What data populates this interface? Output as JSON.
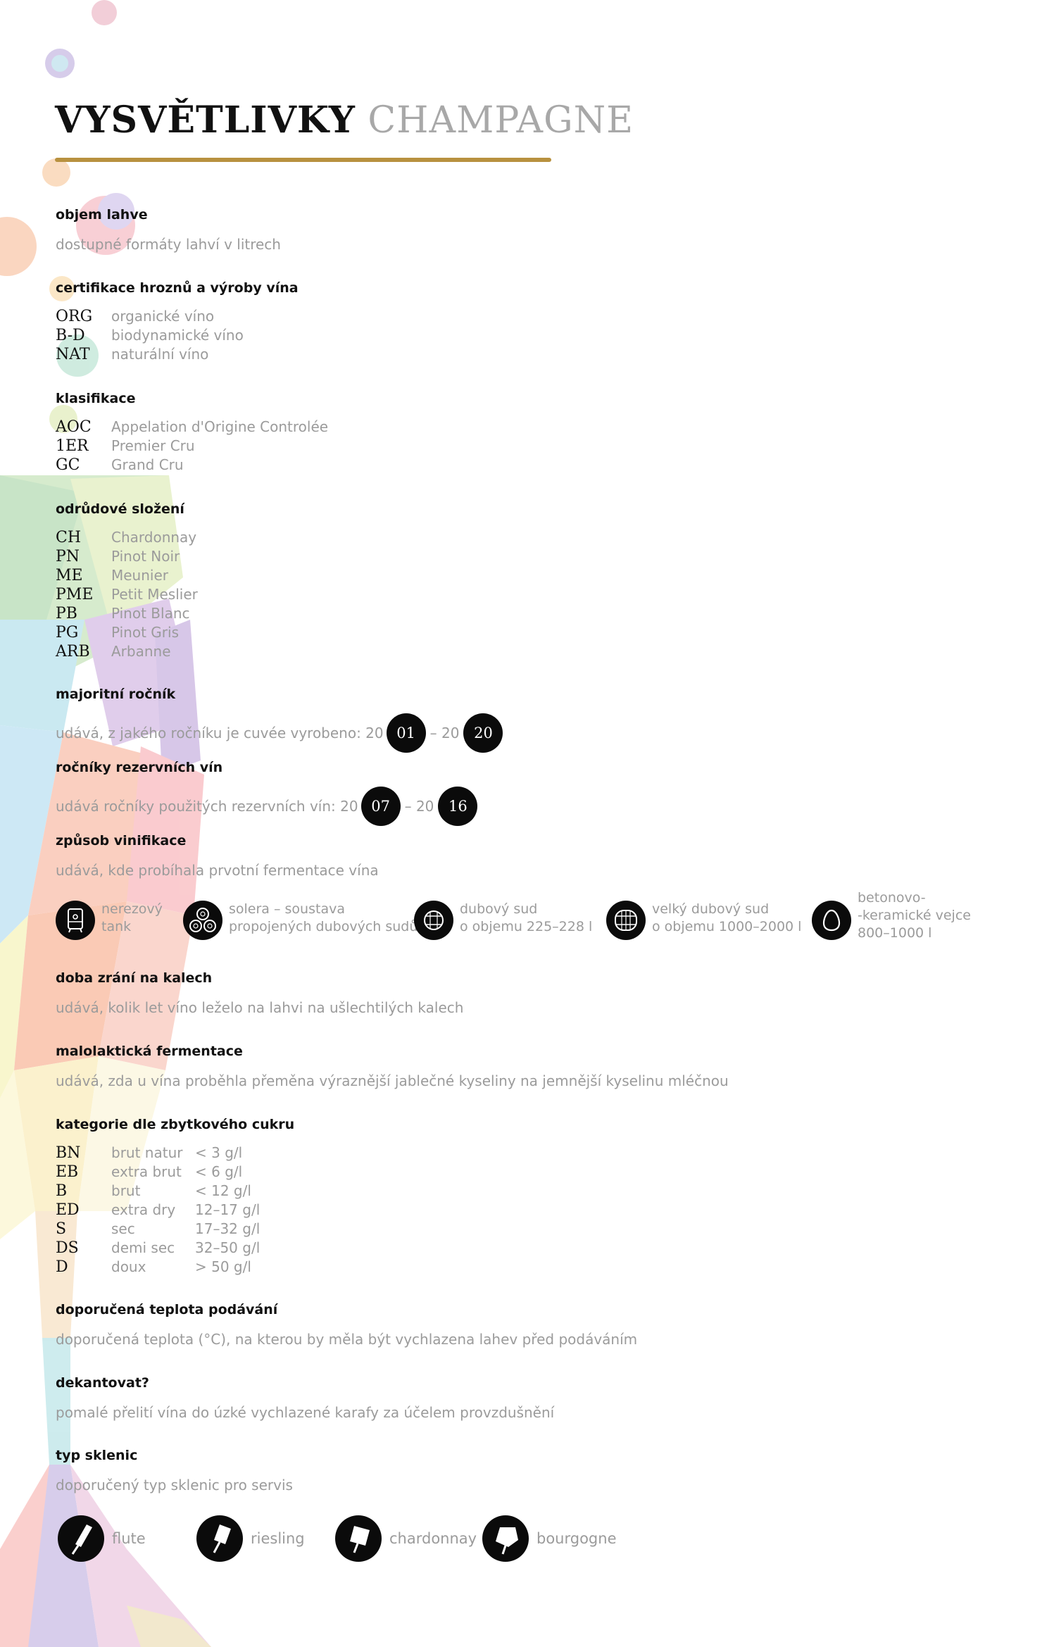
{
  "title": {
    "bold": "VYSVĚTLIVKY",
    "light": "CHAMPAGNE"
  },
  "colors": {
    "accent_rule": "#b8913f",
    "heading": "#111111",
    "text": "#9b9b9b",
    "icon_bg": "#0b0b0b"
  },
  "sections": {
    "volume": {
      "heading": "objem lahve",
      "desc": "dostupné formáty lahví v litrech"
    },
    "certification": {
      "heading": "certifikace hroznů a výroby vína",
      "items": [
        {
          "code": "ORG",
          "label": "organické víno"
        },
        {
          "code": "B-D",
          "label": "biodynamické víno"
        },
        {
          "code": "NAT",
          "label": "naturální víno"
        }
      ]
    },
    "classification": {
      "heading": "klasifikace",
      "items": [
        {
          "code": "AOC",
          "label": "Appelation d'Origine Controlée"
        },
        {
          "code": "1ER",
          "label": "Premier Cru"
        },
        {
          "code": "GC",
          "label": "Grand Cru"
        }
      ]
    },
    "varieties": {
      "heading": "odrůdové složení",
      "items": [
        {
          "code": "CH",
          "label": "Chardonnay"
        },
        {
          "code": "PN",
          "label": "Pinot Noir"
        },
        {
          "code": "ME",
          "label": "Meunier"
        },
        {
          "code": "PME",
          "label": "Petit Meslier"
        },
        {
          "code": "PB",
          "label": "Pinot Blanc"
        },
        {
          "code": "PG",
          "label": "Pinot Gris"
        },
        {
          "code": "ARB",
          "label": "Arbanne"
        }
      ]
    },
    "vintage": {
      "heading": "majoritní ročník",
      "desc": "udává, z jakého ročníku je cuvée vyrobeno: 20",
      "from": "01",
      "sep": "– 20",
      "to": "20"
    },
    "reserve": {
      "heading": "ročníky rezervních vín",
      "desc": "udává ročníky použitých rezervních vín: 20",
      "from": "07",
      "sep": "– 20",
      "to": "16"
    },
    "vinification": {
      "heading": "způsob vinifikace",
      "desc": "udává, kde probíhala prvotní fermentace vína",
      "items": [
        {
          "icon": "steel-tank-icon",
          "label": "nerezový\ntank"
        },
        {
          "icon": "solera-barrels-icon",
          "label": "solera – soustava\npropojených dubových sudů"
        },
        {
          "icon": "oak-barrel-icon",
          "label": "dubový sud\no objemu 225–228 l"
        },
        {
          "icon": "large-oak-barrel-icon",
          "label": "velký dubový sud\no objemu 1000–2000 l"
        },
        {
          "icon": "concrete-egg-icon",
          "label": "betonovo-\n-keramické vejce\n800–1000 l"
        }
      ]
    },
    "lees": {
      "heading": "doba zrání na kalech",
      "desc": "udává, kolik let víno leželo na lahvi na ušlechtilých kalech"
    },
    "malolactic": {
      "heading": "malolaktická fermentace",
      "desc": "udává, zda u vína proběhla přeměna výraznější jablečné kyseliny na jemnější kyselinu mléčnou"
    },
    "sugar": {
      "heading": "kategorie dle zbytkového cukru",
      "items": [
        {
          "code": "BN",
          "label": "brut natur",
          "value": "< 3 g/l"
        },
        {
          "code": "EB",
          "label": "extra brut",
          "value": "< 6 g/l"
        },
        {
          "code": "B",
          "label": "brut",
          "value": "< 12 g/l"
        },
        {
          "code": "ED",
          "label": "extra dry",
          "value": "12–17 g/l"
        },
        {
          "code": "S",
          "label": "sec",
          "value": "17–32 g/l"
        },
        {
          "code": "DS",
          "label": "demi sec",
          "value": "32–50 g/l"
        },
        {
          "code": "D",
          "label": "doux",
          "value": "> 50 g/l"
        }
      ]
    },
    "temperature": {
      "heading": "doporučená teplota podávání",
      "desc": "doporučená teplota (°C), na kterou by měla být vychlazena lahev před podáváním"
    },
    "decant": {
      "heading": "dekantovat?",
      "desc": "pomalé přelití vína do úzké vychlazené karafy za účelem provzdušnění"
    },
    "glasses": {
      "heading": "typ sklenic",
      "desc": "doporučený typ sklenic pro servis",
      "items": [
        {
          "icon": "flute-glass-icon",
          "label": "flute"
        },
        {
          "icon": "riesling-glass-icon",
          "label": "riesling"
        },
        {
          "icon": "chardonnay-glass-icon",
          "label": "chardonnay"
        },
        {
          "icon": "bourgogne-glass-icon",
          "label": "bourgogne"
        }
      ]
    }
  }
}
